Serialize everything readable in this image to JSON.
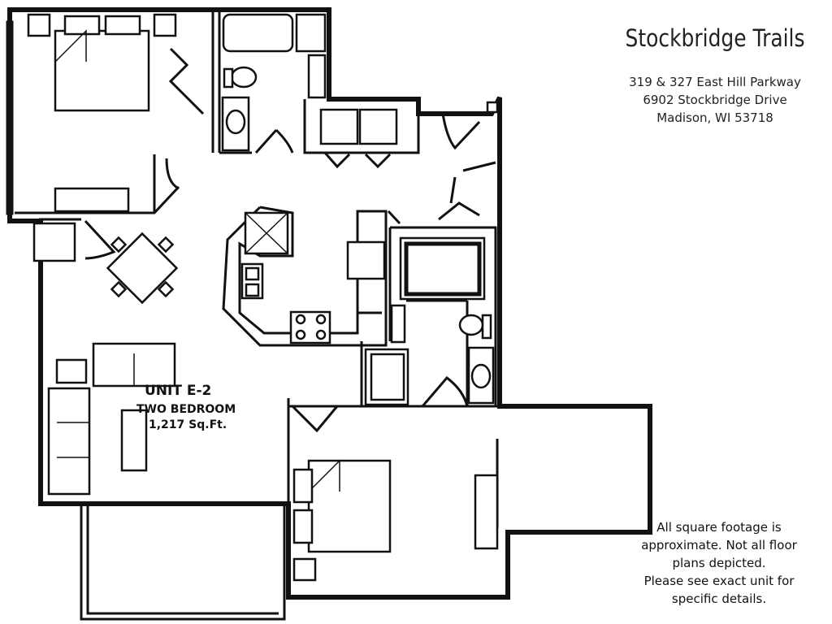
{
  "property": {
    "title": "Stockbridge Trails",
    "address_lines": [
      "319 & 327 East Hill Parkway",
      "6902 Stockbridge Drive",
      "Madison, WI 53718"
    ]
  },
  "unit": {
    "name": "UNIT E-2",
    "type": "TWO BEDROOM",
    "size": "1,217 Sq.Ft."
  },
  "disclaimer": {
    "lines": [
      "All square footage is",
      "approximate. Not all floor",
      "plans depicted.",
      "Please see exact unit for",
      "specific details."
    ]
  }
}
